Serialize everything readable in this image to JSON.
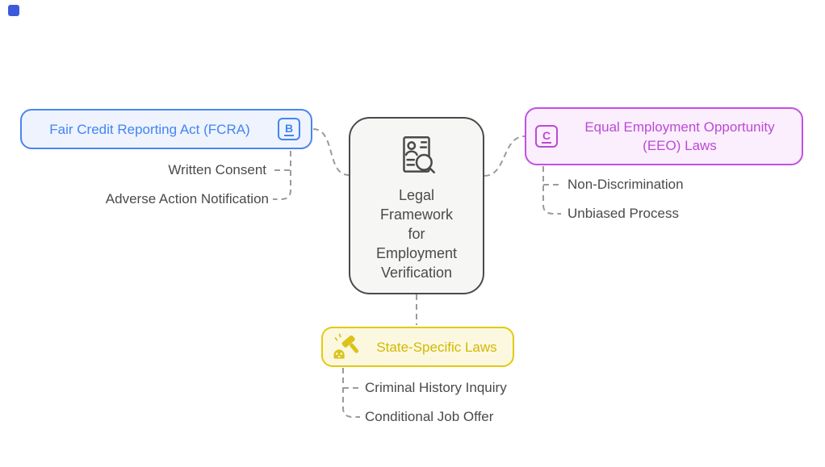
{
  "canvas": {
    "background_color": "#ffffff",
    "corner_square_color": "#3b5bdb",
    "connector_color": "#9b9b9b",
    "connector_style": "dashed"
  },
  "center_node": {
    "title": "Legal Framework for Employment Verification",
    "title_lines": [
      "Legal",
      "Framework",
      "for",
      "Employment",
      "Verification"
    ],
    "icon": "resume-search-icon",
    "colors": {
      "border": "#4a4a4a",
      "fill": "#f6f6f5",
      "text": "#4a4a4a"
    }
  },
  "branches": [
    {
      "id": "fcra",
      "label": "Fair Credit Reporting Act (FCRA)",
      "badge_letter": "B",
      "badge_side": "right",
      "colors": {
        "border": "#4d85ec",
        "fill": "#eef3fd",
        "text": "#4285f4"
      },
      "children": [
        {
          "label": "Written Consent"
        },
        {
          "label": "Adverse Action Notification"
        }
      ]
    },
    {
      "id": "eeo",
      "label": "Equal Employment Opportunity (EEO) Laws",
      "label_lines": [
        "Equal Employment Opportunity",
        "(EEO) Laws"
      ],
      "badge_letter": "C",
      "badge_side": "left",
      "colors": {
        "border": "#c250e2",
        "fill": "#fbeefd",
        "text": "#bb4ad6"
      },
      "children": [
        {
          "label": "Non-Discrimination"
        },
        {
          "label": "Unbiased Process"
        }
      ]
    },
    {
      "id": "state",
      "label": "State-Specific Laws",
      "icon": "gavel-icon",
      "colors": {
        "border": "#e2ca10",
        "fill": "#fcf8e0",
        "text": "#d2b900"
      },
      "children": [
        {
          "label": "Criminal History Inquiry"
        },
        {
          "label": "Conditional Job Offer"
        }
      ]
    }
  ]
}
